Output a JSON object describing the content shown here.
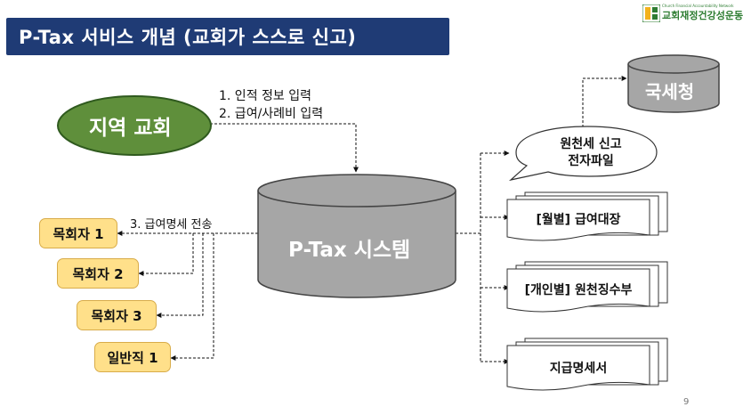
{
  "title": "P-Tax 서비스 개념 (교회가 스스로 신고)",
  "logo": {
    "small": "Church Financial Accountability Network",
    "main": "교회재정건강성운동"
  },
  "local_church": "지역 교회",
  "steps": [
    "1.  인적 정보 입력",
    "2.  급여/사례비 입력"
  ],
  "system": "P-Tax 시스템",
  "nts": "국세청",
  "withholding_file": [
    "원천세 신고",
    "전자파일"
  ],
  "documents": [
    "[월별] 급여대장",
    "[개인별] 원천징수부",
    "지급명세서"
  ],
  "send_note": "3. 급여명세 전송",
  "recipients": [
    "목회자 1",
    "목회자 2",
    "목회자 3",
    "일반직 1"
  ],
  "page_number": "9",
  "colors": {
    "title_bg": "#1f3b75",
    "local_church": "#5f8f3b",
    "cylinder": "#a6a6a6",
    "recipient_box": "#ffe08a"
  }
}
